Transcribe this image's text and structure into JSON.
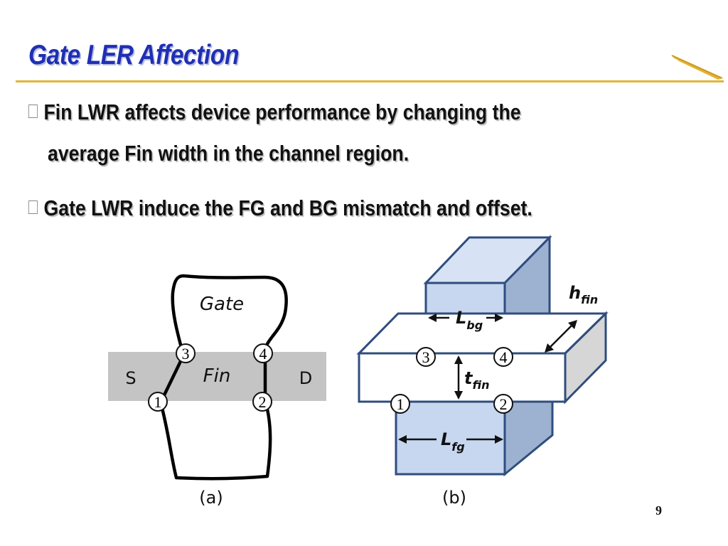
{
  "slide": {
    "title": "Gate LER Affection",
    "bullets": [
      {
        "line1": "Fin LWR affects device performance by changing the",
        "line2": "average Fin width in the channel region."
      },
      {
        "line1": "Gate LWR induce the FG and BG mismatch and offset."
      }
    ],
    "page_number": "9"
  },
  "figure_a": {
    "gate_label": "Gate",
    "fin_label": "Fin",
    "source_label": "S",
    "drain_label": "D",
    "points": [
      "1",
      "2",
      "3",
      "4"
    ],
    "caption": "(a)"
  },
  "figure_b": {
    "bg_label": "L",
    "bg_sub": "bg",
    "fg_label": "L",
    "fg_sub": "fg",
    "tfin_label": "t",
    "tfin_sub": "fin",
    "hfin_label": "h",
    "hfin_sub": "fin",
    "points": [
      "1",
      "2",
      "3",
      "4"
    ],
    "caption": "(b)"
  },
  "colors": {
    "title": "#1f2fb5",
    "rule": "#e2b43a",
    "block_front": "#c6d7ef",
    "block_side": "#9db2d0",
    "outline": "#2f4d7e",
    "fin_band": "#c4c4c4"
  }
}
